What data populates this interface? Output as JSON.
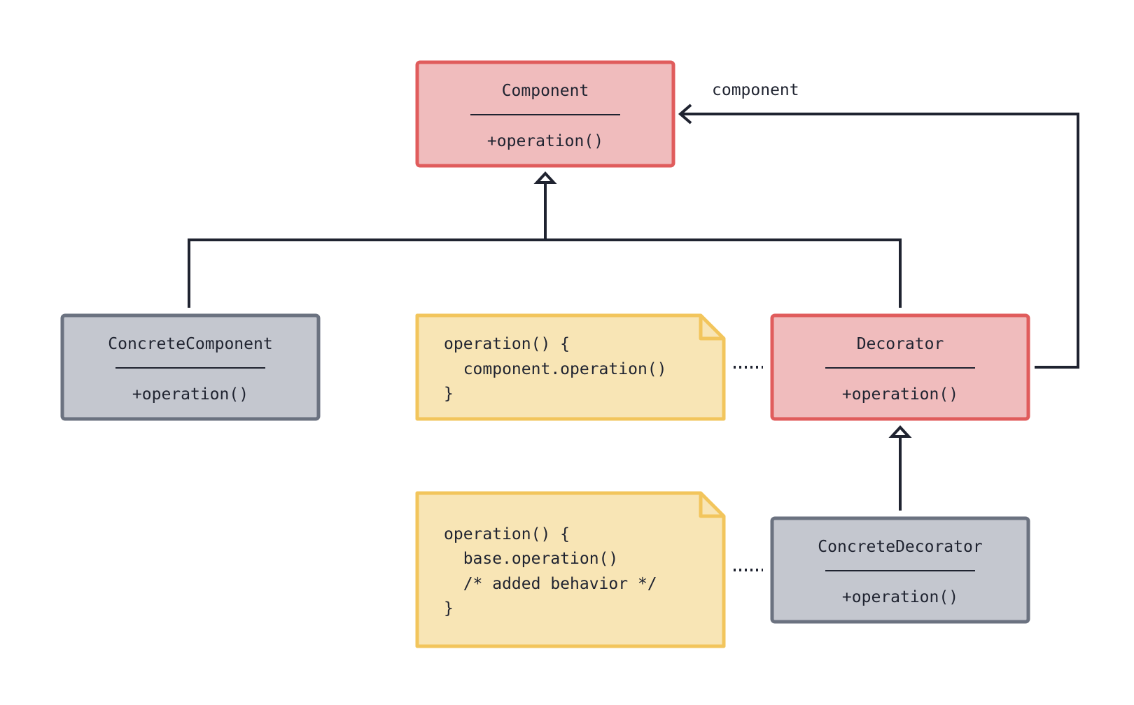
{
  "classes": {
    "component": {
      "name": "Component",
      "method": "+operation()"
    },
    "concrete_component": {
      "name": "ConcreteComponent",
      "method": "+operation()"
    },
    "decorator": {
      "name": "Decorator",
      "method": "+operation()"
    },
    "concrete_decorator": {
      "name": "ConcreteDecorator",
      "method": "+operation()"
    }
  },
  "notes": {
    "decorator_note": {
      "lines": [
        "operation() {",
        "  component.operation()",
        "}"
      ]
    },
    "concrete_decorator_note": {
      "lines": [
        "operation() {",
        "  base.operation()",
        "  /* added behavior */",
        "}"
      ]
    }
  },
  "association_label": "component",
  "colors": {
    "abstract_fill": "#f0bcbd",
    "abstract_stroke": "#e05c5c",
    "concrete_fill": "#c4c7cf",
    "concrete_stroke": "#6b7280",
    "note_fill": "#f8e5b5",
    "note_stroke": "#f2c55c",
    "line": "#1f2330"
  }
}
